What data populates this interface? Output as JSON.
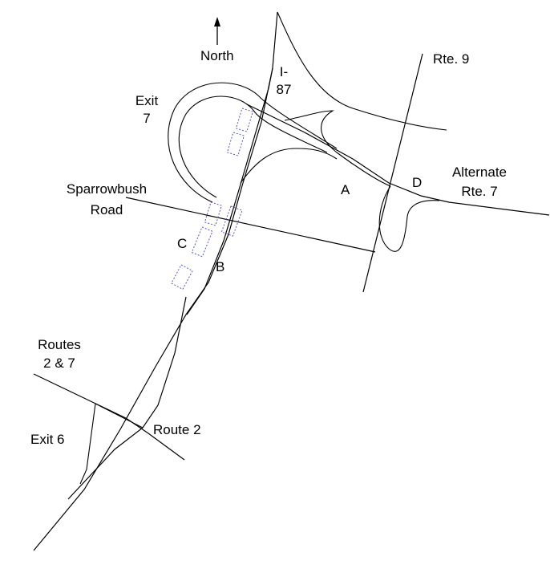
{
  "labels": {
    "north": "North",
    "i87_line1": "I-",
    "i87_line2": "87",
    "rte9": "Rte. 9",
    "exit7_line1": "Exit",
    "exit7_line2": "7",
    "sparrowbush_line1": "Sparrowbush",
    "sparrowbush_line2": "Road",
    "alt_rte7_line1": "Alternate",
    "alt_rte7_line2": "Rte. 7",
    "point_a": "A",
    "point_b": "B",
    "point_c": "C",
    "point_d": "D",
    "routes27_line1": "Routes",
    "routes27_line2": "2 & 7",
    "route2": "Route 2",
    "exit6": "Exit 6"
  },
  "colors": {
    "lines": "#000000",
    "bridges": "#5a55c8",
    "background": "#ffffff"
  }
}
